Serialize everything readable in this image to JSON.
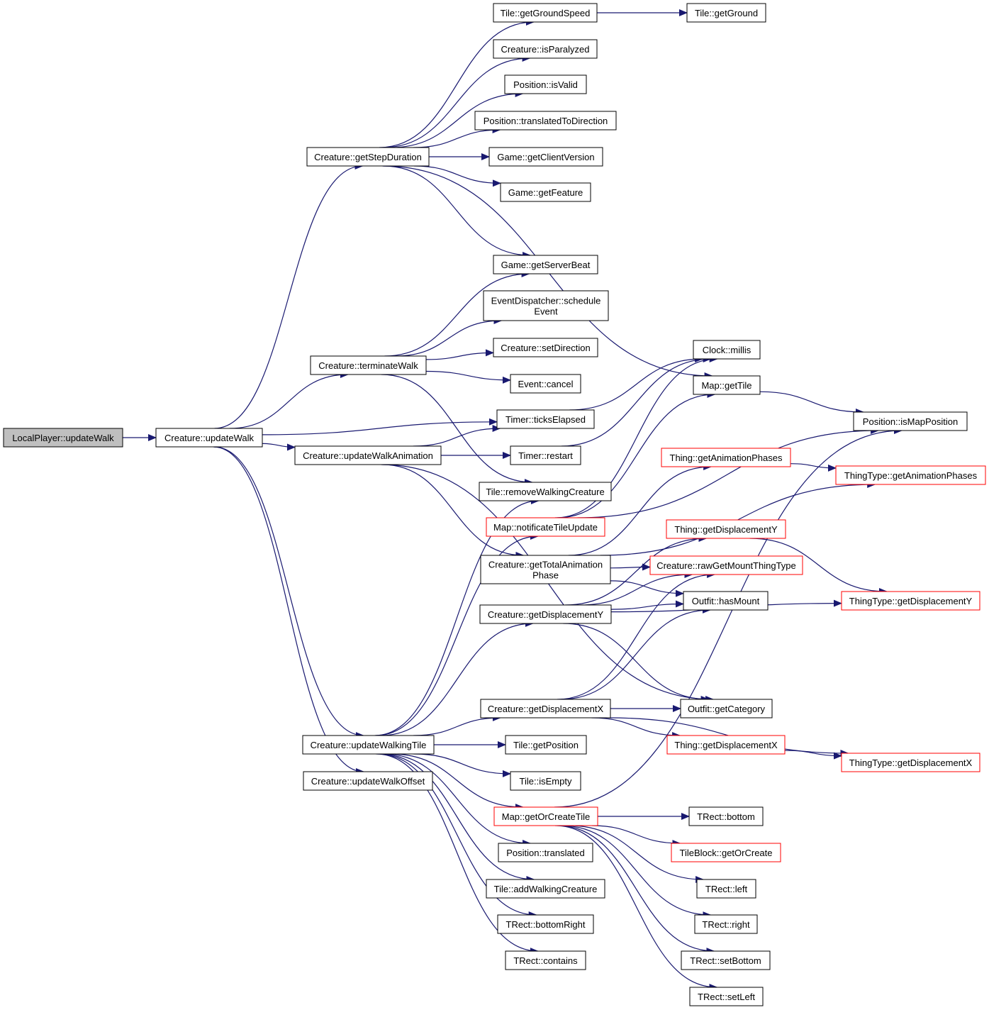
{
  "colors": {
    "edge": "#191970",
    "border_normal": "#000000",
    "border_truncated": "#ff0000",
    "root_fill": "#bfbfbf",
    "fill": "#ffffff"
  },
  "nodes": [
    {
      "id": "n_lp_updatewalk",
      "label": [
        "LocalPlayer::updateWalk"
      ],
      "style": "root"
    },
    {
      "id": "n_c_updatewalk",
      "label": [
        "Creature::updateWalk"
      ],
      "style": "normal"
    },
    {
      "id": "n_c_getstepduration",
      "label": [
        "Creature::getStepDuration"
      ],
      "style": "normal"
    },
    {
      "id": "n_c_terminatewalk",
      "label": [
        "Creature::terminateWalk"
      ],
      "style": "normal"
    },
    {
      "id": "n_c_updatewalkanimation",
      "label": [
        "Creature::updateWalkAnimation"
      ],
      "style": "normal"
    },
    {
      "id": "n_c_updatewalkingtile",
      "label": [
        "Creature::updateWalkingTile"
      ],
      "style": "normal"
    },
    {
      "id": "n_c_updatewalkoffset",
      "label": [
        "Creature::updateWalkOffset"
      ],
      "style": "normal"
    },
    {
      "id": "n_tile_getgroundspeed",
      "label": [
        "Tile::getGroundSpeed"
      ],
      "style": "normal"
    },
    {
      "id": "n_tile_getground",
      "label": [
        "Tile::getGround"
      ],
      "style": "normal"
    },
    {
      "id": "n_c_isparalyzed",
      "label": [
        "Creature::isParalyzed"
      ],
      "style": "normal"
    },
    {
      "id": "n_pos_isvalid",
      "label": [
        "Position::isValid"
      ],
      "style": "normal"
    },
    {
      "id": "n_pos_translatedtodirection",
      "label": [
        "Position::translatedToDirection"
      ],
      "style": "normal"
    },
    {
      "id": "n_game_getclientversion",
      "label": [
        "Game::getClientVersion"
      ],
      "style": "normal"
    },
    {
      "id": "n_game_getfeature",
      "label": [
        "Game::getFeature"
      ],
      "style": "normal"
    },
    {
      "id": "n_game_getserverbeat",
      "label": [
        "Game::getServerBeat"
      ],
      "style": "normal"
    },
    {
      "id": "n_ed_scheduleevent",
      "label": [
        "EventDispatcher::schedule",
        "Event"
      ],
      "style": "normal"
    },
    {
      "id": "n_c_setdirection",
      "label": [
        "Creature::setDirection"
      ],
      "style": "normal"
    },
    {
      "id": "n_event_cancel",
      "label": [
        "Event::cancel"
      ],
      "style": "normal"
    },
    {
      "id": "n_timer_tickselapsed",
      "label": [
        "Timer::ticksElapsed"
      ],
      "style": "normal"
    },
    {
      "id": "n_timer_restart",
      "label": [
        "Timer::restart"
      ],
      "style": "normal"
    },
    {
      "id": "n_tile_removewalkingcreature",
      "label": [
        "Tile::removeWalkingCreature"
      ],
      "style": "normal"
    },
    {
      "id": "n_map_notificatetileupdate",
      "label": [
        "Map::notificateTileUpdate"
      ],
      "style": "truncated"
    },
    {
      "id": "n_c_gettotalanimationphase",
      "label": [
        "Creature::getTotalAnimation",
        "Phase"
      ],
      "style": "normal"
    },
    {
      "id": "n_c_getdisplacementy",
      "label": [
        "Creature::getDisplacementY"
      ],
      "style": "normal"
    },
    {
      "id": "n_c_getdisplacementx",
      "label": [
        "Creature::getDisplacementX"
      ],
      "style": "normal"
    },
    {
      "id": "n_tile_getposition",
      "label": [
        "Tile::getPosition"
      ],
      "style": "normal"
    },
    {
      "id": "n_tile_isempty",
      "label": [
        "Tile::isEmpty"
      ],
      "style": "normal"
    },
    {
      "id": "n_map_getorcreatetile",
      "label": [
        "Map::getOrCreateTile"
      ],
      "style": "truncated"
    },
    {
      "id": "n_pos_translated",
      "label": [
        "Position::translated"
      ],
      "style": "normal"
    },
    {
      "id": "n_tile_addwalkingcreature",
      "label": [
        "Tile::addWalkingCreature"
      ],
      "style": "normal"
    },
    {
      "id": "n_trect_bottomright",
      "label": [
        "TRect::bottomRight"
      ],
      "style": "normal"
    },
    {
      "id": "n_trect_contains",
      "label": [
        "TRect::contains"
      ],
      "style": "normal"
    },
    {
      "id": "n_clock_millis",
      "label": [
        "Clock::millis"
      ],
      "style": "normal"
    },
    {
      "id": "n_map_gettile",
      "label": [
        "Map::getTile"
      ],
      "style": "normal"
    },
    {
      "id": "n_thing_getanimationphases",
      "label": [
        "Thing::getAnimationPhases"
      ],
      "style": "truncated"
    },
    {
      "id": "n_thing_getdisplacementy",
      "label": [
        "Thing::getDisplacementY"
      ],
      "style": "truncated"
    },
    {
      "id": "n_c_rawgetmountthingtype",
      "label": [
        "Creature::rawGetMountThingType"
      ],
      "style": "truncated"
    },
    {
      "id": "n_outfit_hasmount",
      "label": [
        "Outfit::hasMount"
      ],
      "style": "normal"
    },
    {
      "id": "n_outfit_getcategory",
      "label": [
        "Outfit::getCategory"
      ],
      "style": "normal"
    },
    {
      "id": "n_thing_getdisplacementx",
      "label": [
        "Thing::getDisplacementX"
      ],
      "style": "truncated"
    },
    {
      "id": "n_trect_bottom",
      "label": [
        "TRect::bottom"
      ],
      "style": "normal"
    },
    {
      "id": "n_tileblock_getorcreate",
      "label": [
        "TileBlock::getOrCreate"
      ],
      "style": "truncated"
    },
    {
      "id": "n_trect_left",
      "label": [
        "TRect::left"
      ],
      "style": "normal"
    },
    {
      "id": "n_trect_right",
      "label": [
        "TRect::right"
      ],
      "style": "normal"
    },
    {
      "id": "n_trect_setbottom",
      "label": [
        "TRect::setBottom"
      ],
      "style": "normal"
    },
    {
      "id": "n_trect_setleft",
      "label": [
        "TRect::setLeft"
      ],
      "style": "normal"
    },
    {
      "id": "n_pos_ismapposition",
      "label": [
        "Position::isMapPosition"
      ],
      "style": "normal"
    },
    {
      "id": "n_tt_getanimationphases",
      "label": [
        "ThingType::getAnimationPhases"
      ],
      "style": "truncated"
    },
    {
      "id": "n_tt_getdisplacementy",
      "label": [
        "ThingType::getDisplacementY"
      ],
      "style": "truncated"
    },
    {
      "id": "n_tt_getdisplacementx",
      "label": [
        "ThingType::getDisplacementX"
      ],
      "style": "truncated"
    }
  ],
  "edges": [
    [
      "n_lp_updatewalk",
      "n_c_updatewalk"
    ],
    [
      "n_c_updatewalk",
      "n_c_getstepduration"
    ],
    [
      "n_c_updatewalk",
      "n_c_terminatewalk"
    ],
    [
      "n_c_updatewalk",
      "n_timer_tickselapsed"
    ],
    [
      "n_c_updatewalk",
      "n_c_updatewalkanimation"
    ],
    [
      "n_c_updatewalk",
      "n_c_updatewalkingtile"
    ],
    [
      "n_c_updatewalk",
      "n_c_updatewalkoffset"
    ],
    [
      "n_c_getstepduration",
      "n_tile_getgroundspeed"
    ],
    [
      "n_c_getstepduration",
      "n_c_isparalyzed"
    ],
    [
      "n_c_getstepduration",
      "n_pos_isvalid"
    ],
    [
      "n_c_getstepduration",
      "n_pos_translatedtodirection"
    ],
    [
      "n_c_getstepduration",
      "n_game_getclientversion"
    ],
    [
      "n_c_getstepduration",
      "n_game_getfeature"
    ],
    [
      "n_c_getstepduration",
      "n_game_getserverbeat"
    ],
    [
      "n_c_getstepduration",
      "n_map_gettile"
    ],
    [
      "n_tile_getgroundspeed",
      "n_tile_getground"
    ],
    [
      "n_c_terminatewalk",
      "n_game_getserverbeat"
    ],
    [
      "n_c_terminatewalk",
      "n_ed_scheduleevent"
    ],
    [
      "n_c_terminatewalk",
      "n_c_setdirection"
    ],
    [
      "n_c_terminatewalk",
      "n_event_cancel"
    ],
    [
      "n_c_terminatewalk",
      "n_tile_removewalkingcreature"
    ],
    [
      "n_c_updatewalkanimation",
      "n_timer_tickselapsed"
    ],
    [
      "n_c_updatewalkanimation",
      "n_timer_restart"
    ],
    [
      "n_c_updatewalkanimation",
      "n_c_gettotalanimationphase"
    ],
    [
      "n_c_updatewalkanimation",
      "n_outfit_getcategory"
    ],
    [
      "n_timer_tickselapsed",
      "n_clock_millis"
    ],
    [
      "n_timer_restart",
      "n_clock_millis"
    ],
    [
      "n_c_updatewalkingtile",
      "n_tile_removewalkingcreature"
    ],
    [
      "n_c_updatewalkingtile",
      "n_map_notificatetileupdate"
    ],
    [
      "n_c_updatewalkingtile",
      "n_c_getdisplacementy"
    ],
    [
      "n_c_updatewalkingtile",
      "n_c_getdisplacementx"
    ],
    [
      "n_c_updatewalkingtile",
      "n_tile_getposition"
    ],
    [
      "n_c_updatewalkingtile",
      "n_tile_isempty"
    ],
    [
      "n_c_updatewalkingtile",
      "n_map_getorcreatetile"
    ],
    [
      "n_c_updatewalkingtile",
      "n_pos_translated"
    ],
    [
      "n_c_updatewalkingtile",
      "n_tile_addwalkingcreature"
    ],
    [
      "n_c_updatewalkingtile",
      "n_trect_bottomright"
    ],
    [
      "n_c_updatewalkingtile",
      "n_trect_contains"
    ],
    [
      "n_map_notificatetileupdate",
      "n_clock_millis"
    ],
    [
      "n_map_notificatetileupdate",
      "n_map_gettile"
    ],
    [
      "n_map_notificatetileupdate",
      "n_pos_ismapposition"
    ],
    [
      "n_c_gettotalanimationphase",
      "n_thing_getanimationphases"
    ],
    [
      "n_c_gettotalanimationphase",
      "n_tt_getanimationphases"
    ],
    [
      "n_c_gettotalanimationphase",
      "n_c_rawgetmountthingtype"
    ],
    [
      "n_c_gettotalanimationphase",
      "n_outfit_hasmount"
    ],
    [
      "n_c_getdisplacementy",
      "n_thing_getdisplacementy"
    ],
    [
      "n_c_getdisplacementy",
      "n_c_rawgetmountthingtype"
    ],
    [
      "n_c_getdisplacementy",
      "n_outfit_hasmount"
    ],
    [
      "n_c_getdisplacementy",
      "n_tt_getdisplacementy"
    ],
    [
      "n_c_getdisplacementy",
      "n_outfit_getcategory"
    ],
    [
      "n_c_getdisplacementx",
      "n_c_rawgetmountthingtype"
    ],
    [
      "n_c_getdisplacementx",
      "n_outfit_hasmount"
    ],
    [
      "n_c_getdisplacementx",
      "n_outfit_getcategory"
    ],
    [
      "n_c_getdisplacementx",
      "n_thing_getdisplacementx"
    ],
    [
      "n_c_getdisplacementx",
      "n_tt_getdisplacementx"
    ],
    [
      "n_map_getorcreatetile",
      "n_trect_bottom"
    ],
    [
      "n_map_getorcreatetile",
      "n_tileblock_getorcreate"
    ],
    [
      "n_map_getorcreatetile",
      "n_trect_left"
    ],
    [
      "n_map_getorcreatetile",
      "n_trect_right"
    ],
    [
      "n_map_getorcreatetile",
      "n_trect_setbottom"
    ],
    [
      "n_map_getorcreatetile",
      "n_trect_setleft"
    ],
    [
      "n_map_getorcreatetile",
      "n_pos_ismapposition"
    ],
    [
      "n_map_gettile",
      "n_pos_ismapposition"
    ],
    [
      "n_thing_getanimationphases",
      "n_tt_getanimationphases"
    ],
    [
      "n_thing_getdisplacementy",
      "n_tt_getdisplacementy"
    ],
    [
      "n_thing_getdisplacementx",
      "n_tt_getdisplacementx"
    ]
  ]
}
